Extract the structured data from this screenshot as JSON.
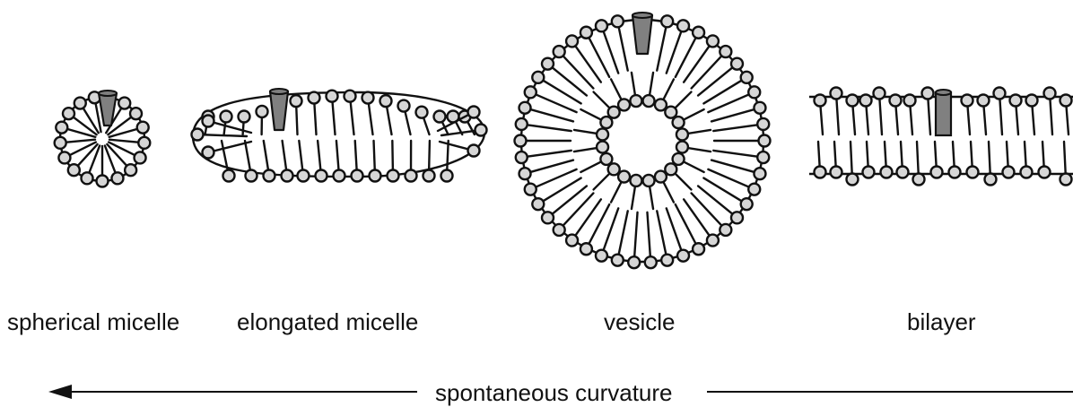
{
  "labels": {
    "spherical_micelle": "spherical micelle",
    "elongated_micelle": "elongated micelle",
    "vesicle": "vesicle",
    "bilayer": "bilayer"
  },
  "axis": {
    "label": "spontaneous curvature",
    "direction": "left"
  },
  "colors": {
    "stroke": "#111111",
    "headgroup_fill": "#d6d6d6",
    "inclusion_fill": "#808080",
    "background": "#ffffff"
  }
}
